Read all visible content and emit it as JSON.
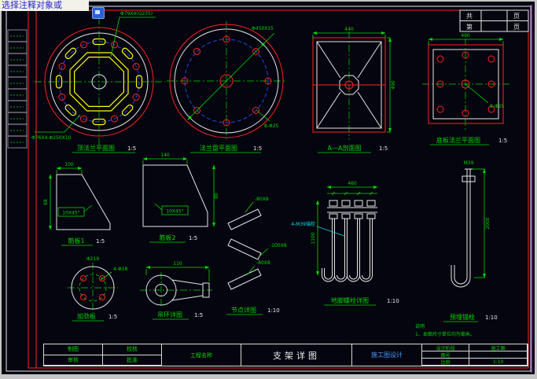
{
  "command_bar": {
    "text": "选择注释对象或"
  },
  "corner_stamp": {
    "total_label": "共",
    "total_unit": "页",
    "no_label": "第",
    "no_unit": "页"
  },
  "palette": {
    "line_red": "#ff2222",
    "dim_green": "#00d800",
    "slot_yellow": "#ffff00",
    "bolt_circle_blue": "#2d48ff",
    "leader_cyan": "#00e0e0",
    "text_white": "#e8e8e8"
  },
  "drawings": {
    "top_flange": {
      "caption": "顶法兰平面图",
      "scale": "1:5",
      "leader_top": "Φ79X4(Q235)",
      "leader_bottom": "Φ76X4-Φ250X10"
    },
    "flange_plan": {
      "caption": "法兰盘平面图",
      "scale": "1:5",
      "dia_label": "Φ450X15",
      "holes_label": "8-Φ25"
    },
    "section_aa": {
      "caption": "A—A剖面图",
      "scale": "1:5",
      "dim_top": "440",
      "dim_right": "490"
    },
    "base_plate": {
      "caption": "底板法兰平面图",
      "scale": "1:5",
      "dim_top": "490",
      "holes_label": "8-Φ25"
    },
    "rib1": {
      "caption": "筋板1",
      "scale": "1:5",
      "chamfer": "10X45°",
      "dim_top": "100",
      "dim_left": "68"
    },
    "rib2": {
      "caption": "筋板2",
      "scale": "1:5",
      "chamfer": "10X45°",
      "dim_top": "140",
      "dim_right": "80"
    },
    "stiffener": {
      "caption": "加劲板",
      "scale": "1:5",
      "dim_top": "Φ219",
      "holes_label": "4-Φ18"
    },
    "lug": {
      "caption": "吊环详图",
      "scale": "1:5",
      "dim_top": "110"
    },
    "node": {
      "caption": "节点详图",
      "scale": "1:10",
      "pieces": [
        "-80X8",
        "-100X8",
        "-80X8"
      ]
    },
    "anchor_group": {
      "caption": "地脚螺栓详图",
      "scale": "1:10",
      "dim_top": "460",
      "dim_left": "1100",
      "leader": "4-M39锚栓"
    },
    "anchor_single": {
      "caption": "预埋锚栓",
      "scale": "1:10",
      "dim_right": "2000",
      "top_label": "M39"
    }
  },
  "notes": {
    "title": "说明",
    "item1": "1、本图尺寸单位均为毫米。"
  },
  "title_block": {
    "cells": [
      {
        "label": "制图"
      },
      {
        "label": "校核"
      },
      {
        "label": "审核"
      },
      {
        "label": "批准"
      }
    ],
    "project": "工程名称",
    "title": "支架详图",
    "stage": "施工图设计",
    "meta": [
      {
        "label": "设计阶段",
        "value": "施工图"
      },
      {
        "label": "图号",
        "value": ""
      },
      {
        "label": "比例",
        "value": "1:10"
      }
    ]
  }
}
